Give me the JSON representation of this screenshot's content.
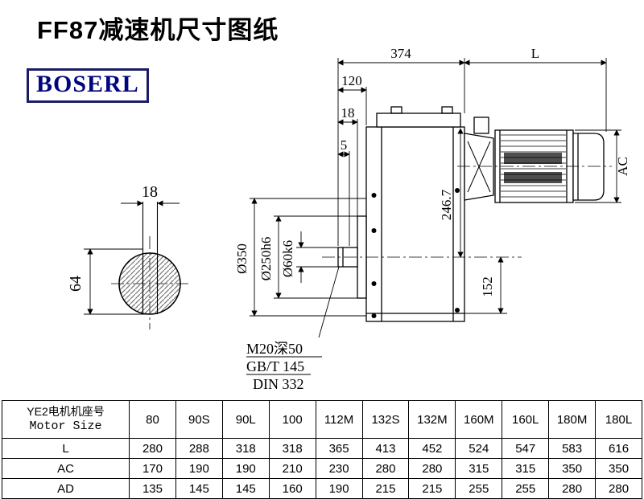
{
  "header": {
    "title": "FF87减速机尺寸图纸",
    "brand": "BOSERL"
  },
  "drawing": {
    "dim_374": "374",
    "dim_L": "L",
    "dim_120": "120",
    "dim_18": "18",
    "dim_5": "5",
    "dim_AC": "AC",
    "dim_246_7": "246.7",
    "dim_o350": "Ø350",
    "dim_o250": "Ø250h6",
    "dim_o60": "Ø60k6",
    "dim_152": "152",
    "shaft_dim_18": "18",
    "shaft_dim_64": "64",
    "note_thread": "M20深50",
    "note_gb": "GB/T 145",
    "note_din": "DIN 332"
  },
  "table": {
    "row_header_line1": "YE2电机机座号",
    "row_header_line2": "Motor Size",
    "columns": [
      "80",
      "90S",
      "90L",
      "100",
      "112M",
      "132S",
      "132M",
      "160M",
      "160L",
      "180M",
      "180L"
    ],
    "rows": [
      {
        "label": "L",
        "values": [
          "280",
          "288",
          "318",
          "318",
          "365",
          "413",
          "452",
          "524",
          "547",
          "583",
          "616"
        ]
      },
      {
        "label": "AC",
        "values": [
          "170",
          "190",
          "190",
          "210",
          "230",
          "280",
          "280",
          "315",
          "315",
          "350",
          "350"
        ]
      },
      {
        "label": "AD",
        "values": [
          "135",
          "145",
          "145",
          "160",
          "190",
          "215",
          "215",
          "255",
          "255",
          "280",
          "280"
        ]
      }
    ]
  }
}
